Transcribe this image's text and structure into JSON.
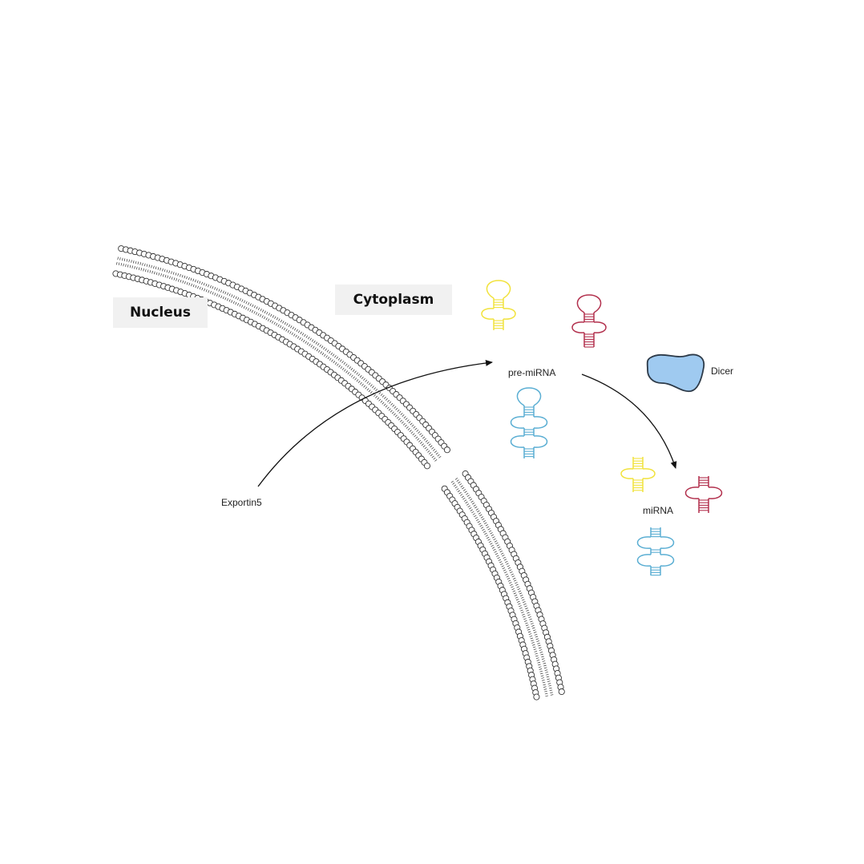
{
  "labels": {
    "nucleus": "Nucleus",
    "cytoplasm": "Cytoplasm",
    "exportin": "Exportin5",
    "pre_mirna": "pre-miRNA",
    "dicer": "Dicer",
    "mirna": "miRNA"
  },
  "colors": {
    "yellow_rna": "#f1e23c",
    "red_rna": "#b2304d",
    "blue_rna": "#5aaed3",
    "dicer_fill": "#9fcaf0",
    "dicer_stroke": "#2d3a48",
    "membrane": "#333333",
    "arrow": "#111111",
    "label_box": "#f1f1f1"
  }
}
